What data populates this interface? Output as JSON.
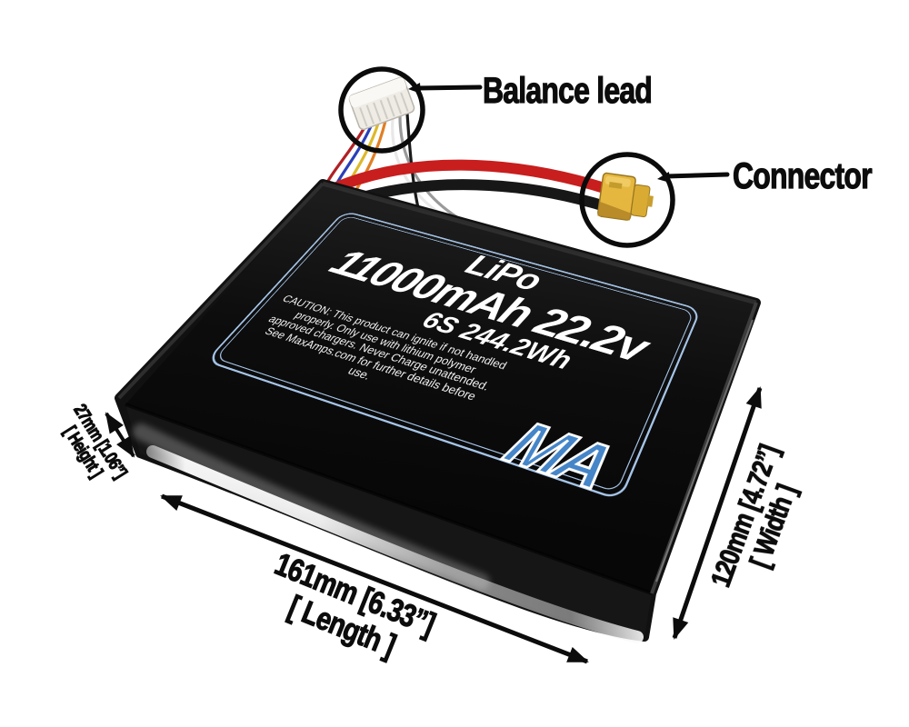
{
  "scene": {
    "background": "#ffffff",
    "description": "LiPo battery pack product diagram with callouts and dimensions"
  },
  "callouts": {
    "balance": {
      "label": "Balance lead"
    },
    "connector": {
      "label": "Connector"
    }
  },
  "pack_label": {
    "product_type": "LiPo",
    "capacity_voltage": "11000mAh 22.2v",
    "cells_energy": "6S 244.2Wh",
    "caution": "CAUTION: This product can ignite if not handled properly. Only use with lithium polymer approved chargers. Never Charge unattended. See MaxAmps.com for further details before use.",
    "logo": "MA",
    "border_color": "#a4c3e6",
    "logo_color": "#4585c8"
  },
  "dimensions": {
    "height": {
      "value": "27mm [1.06”]",
      "label": "[ Height ]"
    },
    "length": {
      "value": "161mm [6.33”]",
      "label": "[ Length ]"
    },
    "width": {
      "value": "120mm [4.72”]",
      "label": "[ Width ]"
    }
  },
  "colors": {
    "battery_body": "#111111",
    "wire_red": "#c81e1e",
    "wire_black": "#1a1a1a",
    "balance_wires": [
      "#b02025",
      "#2a3fb8",
      "#ddb92a",
      "#e07f24",
      "#e8e8e8",
      "#9a9a9a",
      "#1a1a1a"
    ],
    "xt60_yellow": "#e6b73f",
    "jst_white": "#efece6",
    "annotation_black": "#0c0c0c"
  }
}
